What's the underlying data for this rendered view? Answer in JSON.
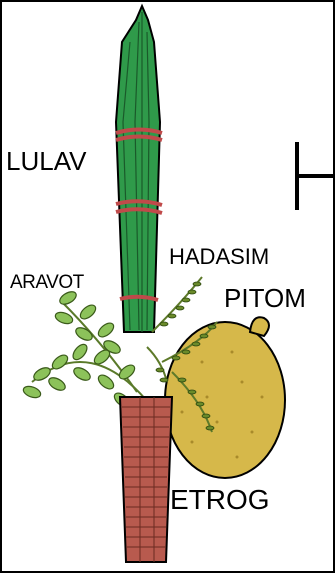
{
  "labels": {
    "lulav": "LULAV",
    "aravot": "ARAVOT",
    "hadasim": "HADASIM",
    "pitom": "PITOM",
    "etrog": "ETROG"
  },
  "colors": {
    "lulav": "#2f9a4a",
    "binding": "#c04a4a",
    "base": "#b85a4e",
    "etrog": "#d6b84a",
    "leaf": "#8cc25a",
    "hadas_stem": "#5e7a2a"
  },
  "icons": {
    "partial_letter": "partial-h-glyph"
  }
}
